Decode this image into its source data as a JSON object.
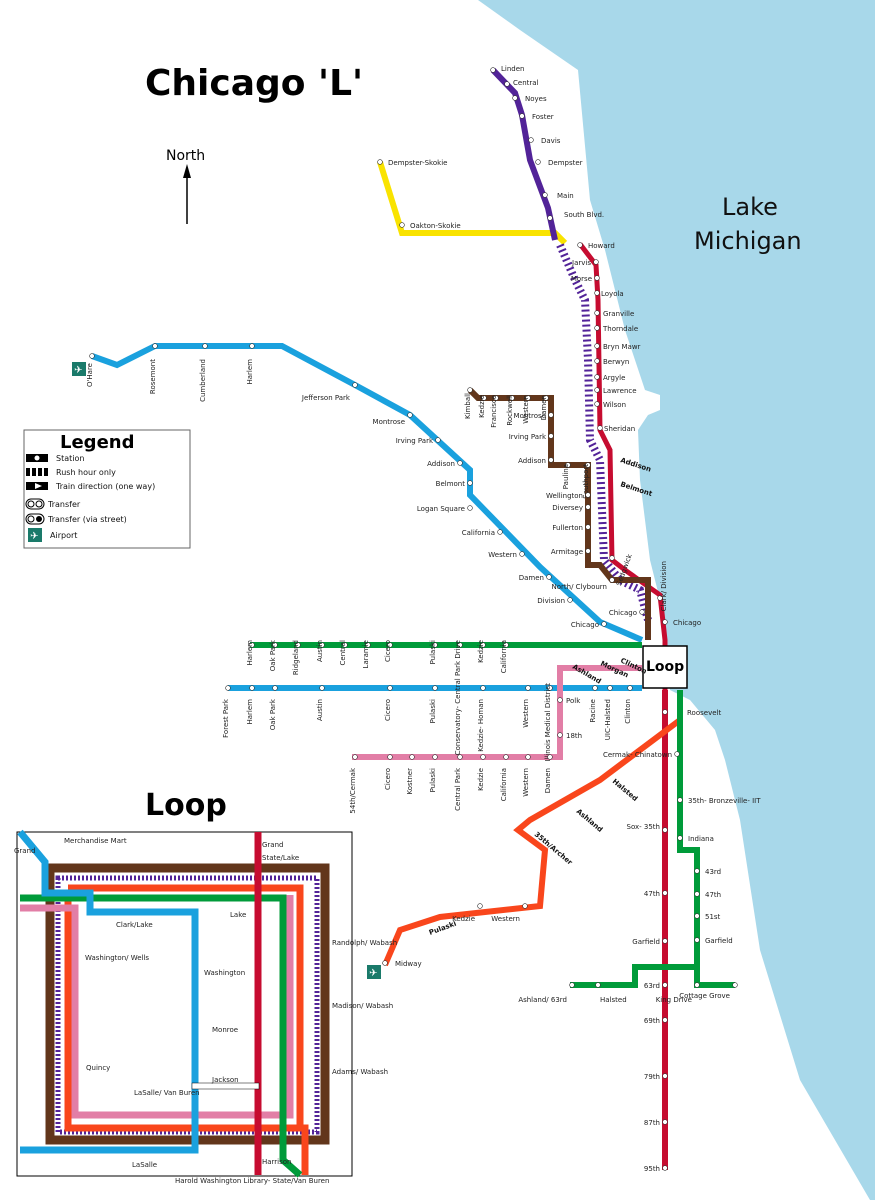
{
  "title": "Chicago 'L'",
  "north_label": "North",
  "lake_label_1": "Lake",
  "lake_label_2": "Michigan",
  "loop_title": "Loop",
  "loop_box_label": "Loop",
  "legend": {
    "title": "Legend",
    "items": [
      "Station",
      "Rush hour only",
      "Train direction (one way)",
      "Transfer",
      "Transfer (via street)",
      "Airport"
    ]
  },
  "colors": {
    "red": "#c60c30",
    "blue": "#00a1de",
    "brown": "#62361b",
    "green": "#009b3a",
    "orange": "#f9461c",
    "pink": "#e27ea6",
    "purple": "#522398",
    "yellow": "#f9e300",
    "lake": "#a8d8ea"
  },
  "lines": {
    "purple": [
      "Linden",
      "Central",
      "Noyes",
      "Foster",
      "Davis",
      "Dempster",
      "Main",
      "South Blvd."
    ],
    "yellow": [
      "Dempster-Skokie",
      "Oakton-Skokie"
    ],
    "red_north": [
      "Howard",
      "Jarvis",
      "Morse",
      "Loyola",
      "Granville",
      "Thorndale",
      "Bryn Mawr",
      "Berwyn",
      "Argyle",
      "Lawrence",
      "Wilson",
      "Sheridan",
      "Addison",
      "Belmont",
      "Clark/ Division",
      "Chicago"
    ],
    "red_south": [
      "Roosevelt",
      "Cermak- Chinatown",
      "Sox- 35th",
      "47th",
      "Garfield",
      "63rd",
      "69th",
      "79th",
      "87th",
      "95th"
    ],
    "blue_ohare": [
      "O'Hare",
      "Rosemont",
      "Cumberland",
      "Harlem",
      "Jefferson Park",
      "Montrose",
      "Irving Park",
      "Addison",
      "Belmont",
      "Logan Square",
      "California",
      "Western",
      "Damen",
      "Division",
      "Chicago"
    ],
    "brown": [
      "Kimball",
      "Kedzie",
      "Francisco",
      "Rockwell",
      "Western",
      "Damen",
      "Montrose",
      "Irving Park",
      "Addison",
      "Paulina",
      "Southport",
      "Wellington",
      "Diversey",
      "Fullerton",
      "Armitage",
      "Sedgwick",
      "North/ Clybourn",
      "Chicago"
    ],
    "green_west": [
      "Harlem",
      "Oak Park",
      "Ridgeland",
      "Austin",
      "Central",
      "Laramie",
      "Cicero",
      "Pulaski",
      "Conservatory- Central Park Drive",
      "Kedzie",
      "California",
      "Ashland",
      "Morgan",
      "Clinton"
    ],
    "blue_forest": [
      "Forest Park",
      "Harlem",
      "Oak Park",
      "Austin",
      "Cicero",
      "Pulaski",
      "Kedzie- Homan",
      "Western",
      "Illinois Medical District",
      "Racine",
      "UIC-Halsted",
      "Clinton"
    ],
    "pink": [
      "54th/Cermak",
      "Cicero",
      "Kostner",
      "Pulaski",
      "Central Park",
      "Kedzie",
      "California",
      "Western",
      "Damen",
      "18th",
      "Polk"
    ],
    "orange": [
      "Midway",
      "Pulaski",
      "Kedzie",
      "Western",
      "35th/Archer",
      "Ashland",
      "Halsted"
    ],
    "green_south": [
      "35th- Bronzeville- IIT",
      "Indiana",
      "43rd",
      "47th",
      "51st",
      "Garfield",
      "King Drive",
      "Cottage Grove",
      "Ashland/ 63rd",
      "Halsted"
    ]
  },
  "loop_stations": [
    "Merchandise Mart",
    "Grand",
    "Grand",
    "State/Lake",
    "Clark/Lake",
    "Lake",
    "Washington/ Wells",
    "Washington",
    "Randolph/ Wabash",
    "Monroe",
    "Madison/ Wabash",
    "Quincy",
    "Jackson",
    "Adams/ Wabash",
    "LaSalle/ Van Buren",
    "LaSalle",
    "Harrison",
    "Harold Washington Library- State/Van Buren"
  ]
}
